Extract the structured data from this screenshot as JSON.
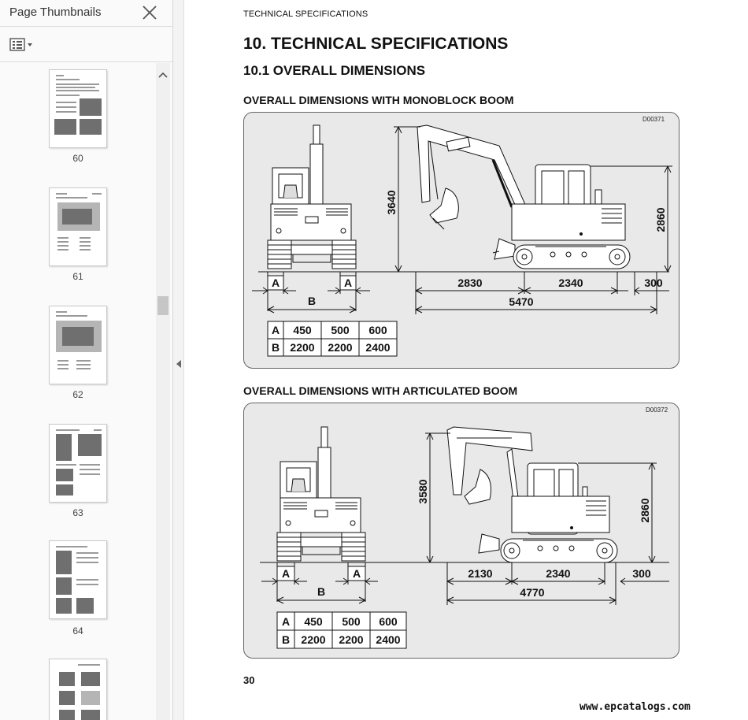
{
  "sidebar": {
    "title": "Page Thumbnails",
    "thumbnails": [
      {
        "label": "60"
      },
      {
        "label": "61"
      },
      {
        "label": "62"
      },
      {
        "label": "63"
      },
      {
        "label": "64"
      }
    ]
  },
  "page": {
    "running_head": "TECHNICAL SPECIFICATIONS",
    "section_title": "10. TECHNICAL SPECIFICATIONS",
    "subsection_title": "10.1  OVERALL DIMENSIONS",
    "figures": [
      {
        "title": "OVERALL DIMENSIONS WITH MONOBLOCK BOOM",
        "code": "D00371",
        "height_boom": "3640",
        "height_cab": "2860",
        "len_front": "2830",
        "len_track": "2340",
        "len_rear": "300",
        "len_total": "5470",
        "label_a": "A",
        "label_b": "B",
        "table": [
          [
            "A",
            "450",
            "500",
            "600"
          ],
          [
            "B",
            "2200",
            "2200",
            "2400"
          ]
        ]
      },
      {
        "title": "OVERALL DIMENSIONS WITH ARTICULATED BOOM",
        "code": "D00372",
        "height_boom": "3580",
        "height_cab": "2860",
        "len_front": "2130",
        "len_track": "2340",
        "len_rear": "300",
        "len_total": "4770",
        "label_a": "A",
        "label_b": "B",
        "table": [
          [
            "A",
            "450",
            "500",
            "600"
          ],
          [
            "B",
            "2200",
            "2200",
            "2400"
          ]
        ]
      }
    ],
    "page_number": "30",
    "watermark": "www.epcatalogs.com"
  },
  "icons": {
    "close": "close-icon",
    "options": "list-options-icon",
    "scroll_up": "chevron-up-icon",
    "collapse": "caret-left-icon"
  }
}
